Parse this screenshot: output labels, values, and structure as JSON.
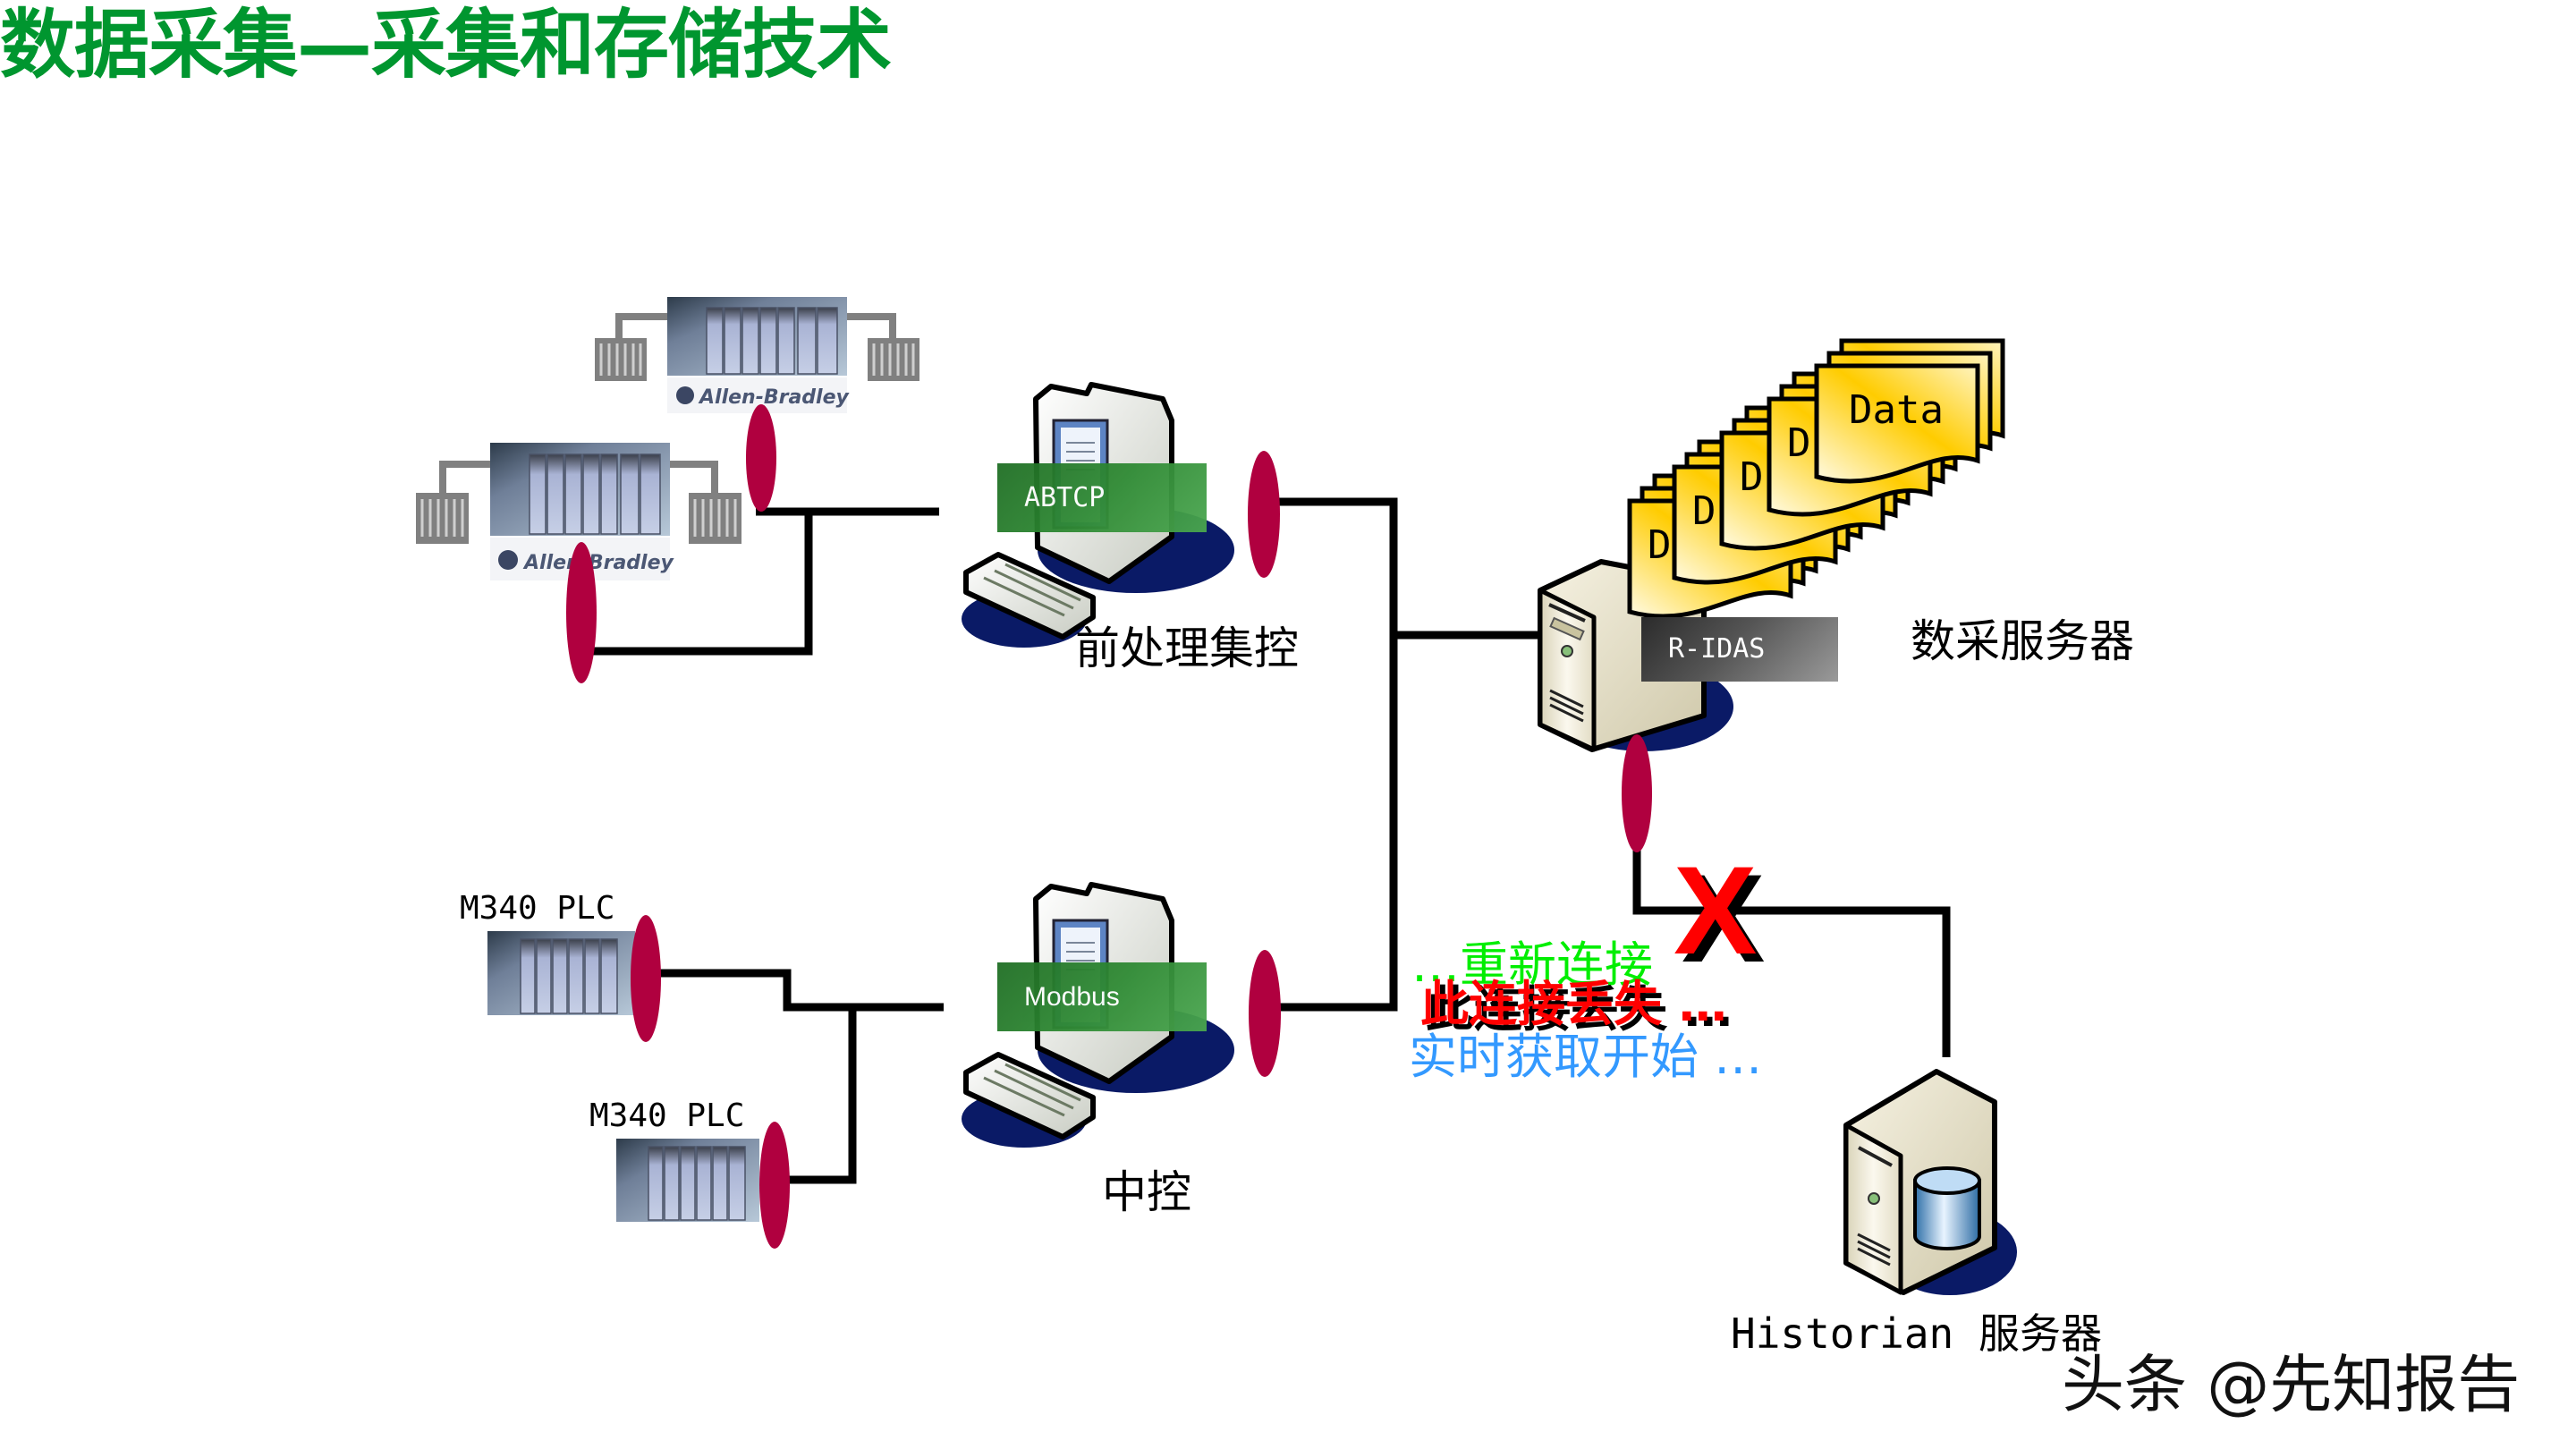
{
  "slide": {
    "title": "数据采集—采集和存储技术",
    "title_color": "#00962f"
  },
  "devices": {
    "ab_plc_1": {
      "brand": "Allen-Bradley"
    },
    "ab_plc_2": {
      "brand": "Allen-Bradley"
    },
    "m340_plc_1": {
      "label": "M340 PLC"
    },
    "m340_plc_2": {
      "label": "M340 PLC"
    },
    "frontend_pc": {
      "protocol": "ABTCP",
      "label": "前处理集控"
    },
    "central_pc": {
      "protocol": "Modbus",
      "label": "中控"
    },
    "acq_server": {
      "software": "R-IDAS",
      "label": "数采服务器",
      "data_label": "Data"
    },
    "historian_server": {
      "label": "Historian 服务器"
    }
  },
  "status": {
    "reconnect": "…重新连接",
    "lost": "此连接丢失 …",
    "realtime": "实时获取开始 …",
    "broken_mark": "X",
    "colors": {
      "reconnect": "#00ee00",
      "lost": "#ff0000",
      "lost_shadow": "#000000",
      "realtime": "#3399ff"
    }
  },
  "colors": {
    "connector": "#b0003f",
    "line": "#000000"
  },
  "watermark": "头条 @先知报告"
}
